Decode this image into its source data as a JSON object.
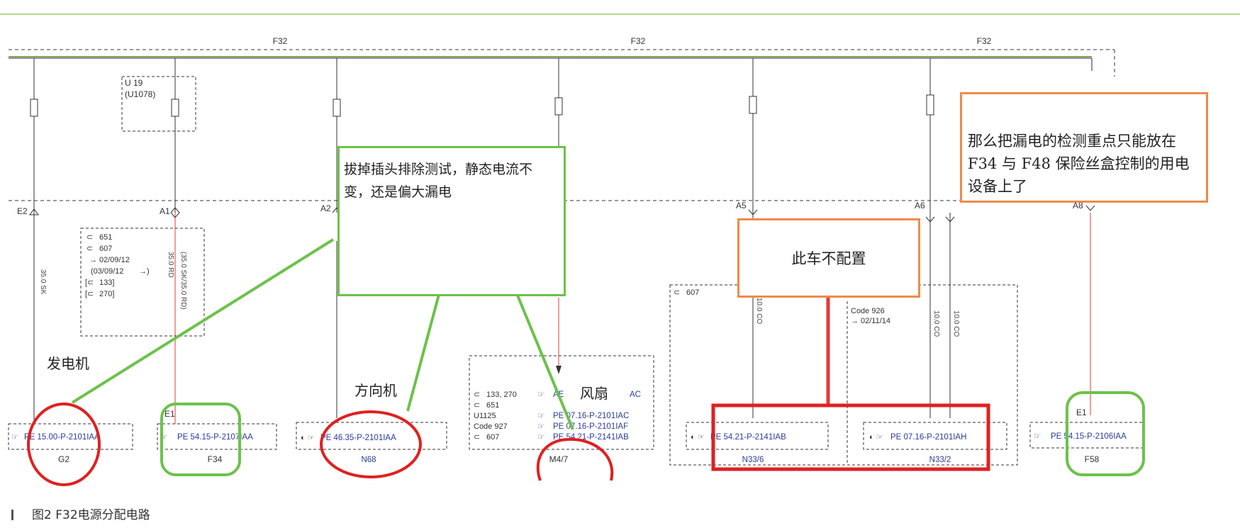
{
  "figure_caption": "图2   F32电源分配电路",
  "bus": {
    "label": "F32",
    "label_2": "F32",
    "label_3": "F32"
  },
  "u19_block": {
    "line1": "U 19",
    "line2": "(U1078)"
  },
  "connectors": [
    "E2",
    "A1",
    "A2",
    "A5",
    "A6",
    "A8",
    "E1",
    "E1"
  ],
  "wire_labels": [
    "35.0 SK",
    "35.0 RD",
    "(35.0 SK/35.0 RD)",
    "10.0 CO",
    "10.0 CO",
    "10.0 CO"
  ],
  "codes_box_left": [
    "651",
    "607",
    "02/09/12",
    "(03/09/12",
    "133]",
    "270]"
  ],
  "codes_box_mid": {
    "left": [
      "133, 270",
      "651",
      "U1125",
      "Code 927",
      "607"
    ],
    "right": [
      "AE",
      "PE 07.16-P-2101IAC",
      "PE 07.16-P-2101IAF",
      "PE 54.21-P-2141IAB",
      "AC"
    ]
  },
  "codes_box_right": {
    "code607": "607",
    "code926": "Code 926",
    "date": "02/11/14"
  },
  "components": [
    {
      "ref": "PE 15.00-P-2101IAA",
      "name": "G2"
    },
    {
      "ref": "PE 54.15-P-2107IAA",
      "name": "F34"
    },
    {
      "ref": "PE 46.35-P-2101IAA",
      "name": "N68"
    },
    {
      "ref": "PE 54.21-P-2141IAB",
      "name": "M4/7"
    },
    {
      "ref": "PE 54.21-P-2141IAB",
      "name": "N33/6"
    },
    {
      "ref": "PE 07.16-P-2101IAH",
      "name": "N33/2"
    },
    {
      "ref": "PE 54.15-P-2106IAA",
      "name": "F58"
    }
  ],
  "annotations": {
    "generator": "发电机",
    "steering": "方向机",
    "fan": "风扇",
    "test_note": "拔掉插头排除测试，静态电流不变，还是偏大漏电",
    "not_equipped": "此车不配置",
    "focus_note": "那么把漏电的检测重点只能放在 F34 与 F48 保险丝盒控制的用电设备上了"
  },
  "colors": {
    "bus_green": "#7cb342",
    "bus_purple": "#7a5aa8",
    "red_wire": "#e53935",
    "green_mark": "#6cc24a",
    "red_mark": "#e02020",
    "orange_mark": "#f08a4b",
    "ref_blue": "#2a3c9c"
  }
}
